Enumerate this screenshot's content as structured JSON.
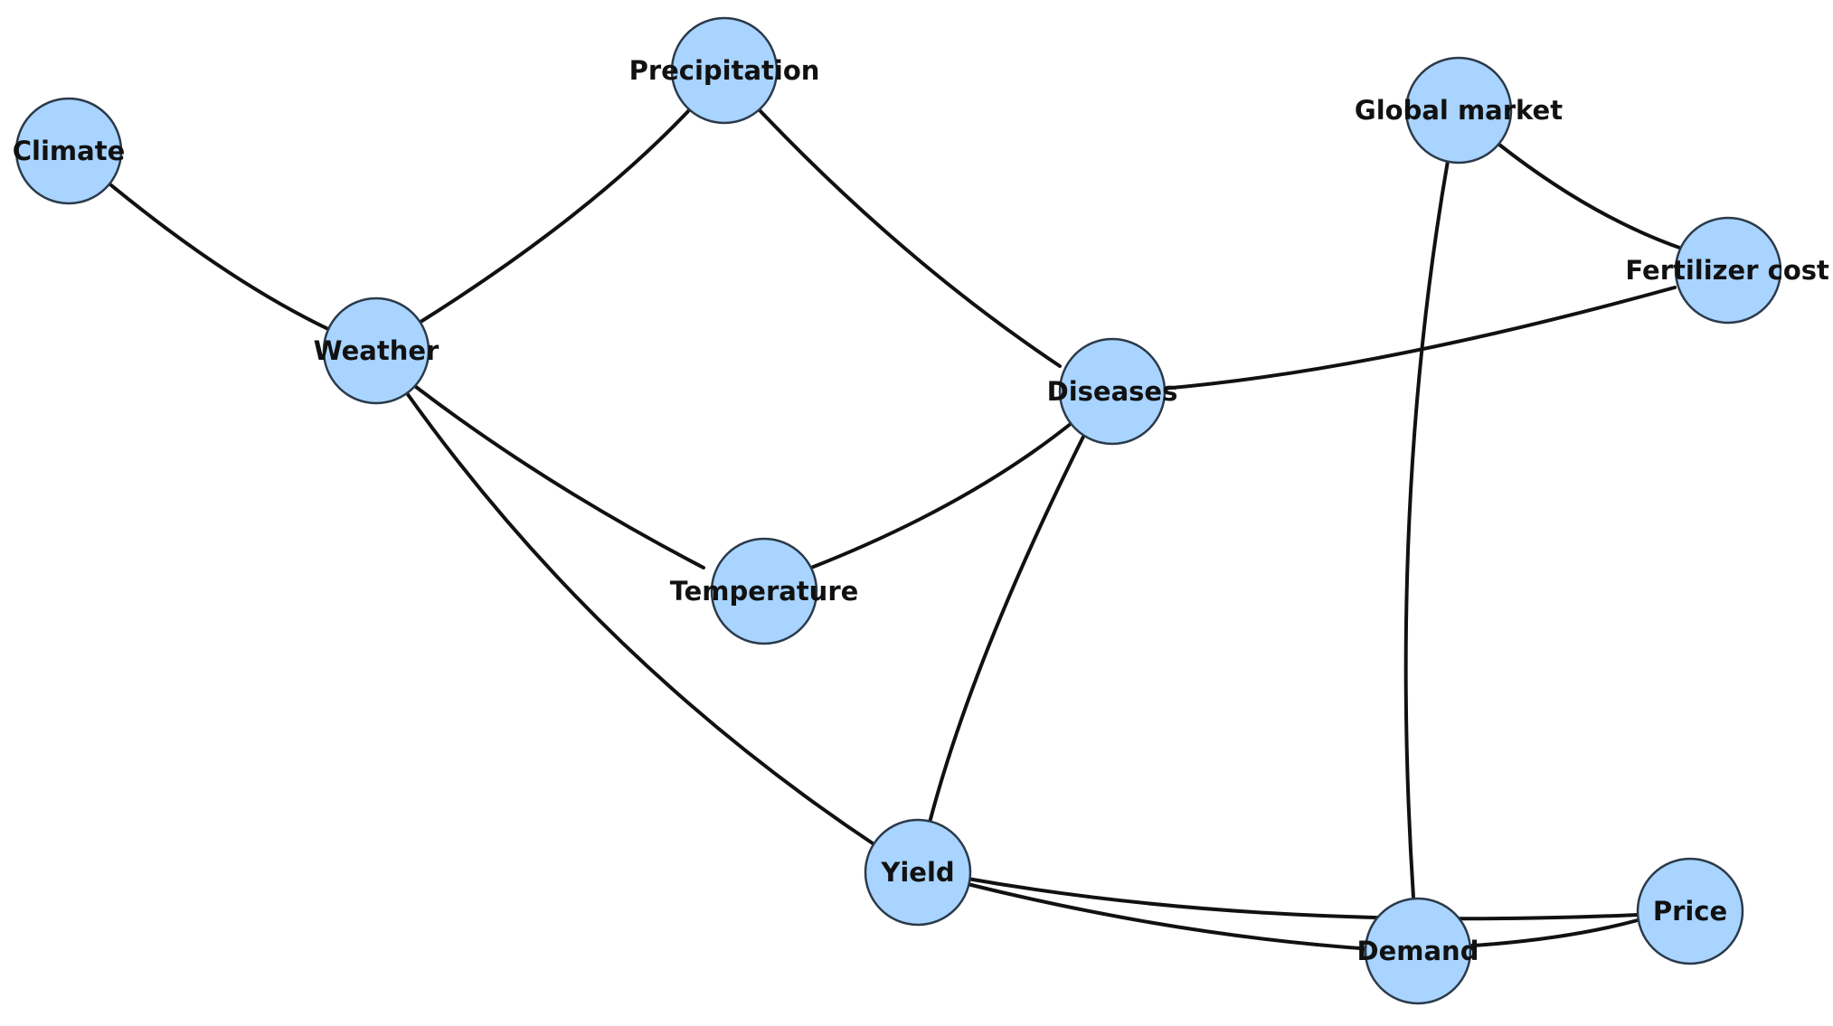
{
  "style": {
    "node_fill": "#a8d4ff",
    "node_stroke": "#2b3a4a",
    "edge_color": "#111111"
  },
  "nodes": [
    {
      "id": "climate",
      "label": "Climate"
    },
    {
      "id": "precipitation",
      "label": "Precipitation"
    },
    {
      "id": "global_market",
      "label": "Global market"
    },
    {
      "id": "weather",
      "label": "Weather"
    },
    {
      "id": "fertilizer_cost",
      "label": "Fertilizer cost"
    },
    {
      "id": "diseases",
      "label": "Diseases"
    },
    {
      "id": "temperature",
      "label": "Temperature"
    },
    {
      "id": "yield",
      "label": "Yield"
    },
    {
      "id": "demand",
      "label": "Demand"
    },
    {
      "id": "price",
      "label": "Price"
    }
  ],
  "edges": [
    {
      "from": "climate",
      "to": "weather"
    },
    {
      "from": "weather",
      "to": "precipitation"
    },
    {
      "from": "weather",
      "to": "temperature"
    },
    {
      "from": "weather",
      "to": "yield"
    },
    {
      "from": "precipitation",
      "to": "diseases"
    },
    {
      "from": "temperature",
      "to": "diseases"
    },
    {
      "from": "diseases",
      "to": "fertilizer_cost"
    },
    {
      "from": "diseases",
      "to": "yield"
    },
    {
      "from": "global_market",
      "to": "fertilizer_cost"
    },
    {
      "from": "global_market",
      "to": "demand"
    },
    {
      "from": "yield",
      "to": "demand"
    },
    {
      "from": "yield",
      "to": "price"
    },
    {
      "from": "demand",
      "to": "price"
    }
  ]
}
